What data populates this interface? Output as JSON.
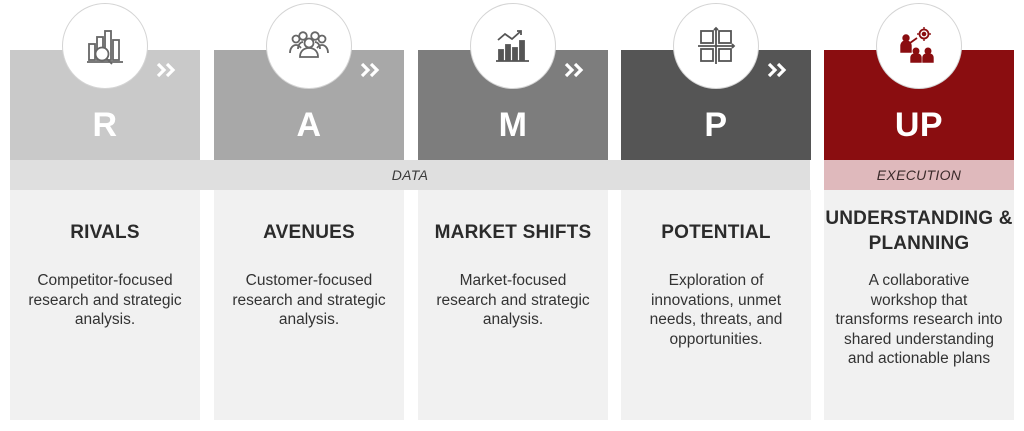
{
  "colors": {
    "r": "#c9c9c9",
    "a": "#a8a8a8",
    "m": "#7d7d7d",
    "p": "#555555",
    "up": "#8a0d10",
    "panel": "#f1f1f1",
    "execution_band": "#dfb9bc"
  },
  "bands": {
    "data_label": "DATA",
    "execution_label": "EXECUTION"
  },
  "columns": [
    {
      "letter": "R",
      "title": "RIVALS",
      "description": "Competitor-focused research and strategic analysis.",
      "icon": "bar-chart-magnifier-icon"
    },
    {
      "letter": "A",
      "title": "AVENUES",
      "description": "Customer-focused research and strategic analysis.",
      "icon": "people-group-icon"
    },
    {
      "letter": "M",
      "title": "MARKET SHIFTS",
      "description": "Market-focused research and strategic analysis.",
      "icon": "trend-bars-icon"
    },
    {
      "letter": "P",
      "title": "POTENTIAL",
      "description": "Exploration of innovations, unmet needs, threats, and opportunities.",
      "icon": "grid-arrows-icon"
    },
    {
      "letter": "UP",
      "title": "UNDERSTANDING & PLANNING",
      "description": "A collaborative workshop that transforms research into shared understanding and actionable plans",
      "icon": "presenter-team-icon"
    }
  ]
}
